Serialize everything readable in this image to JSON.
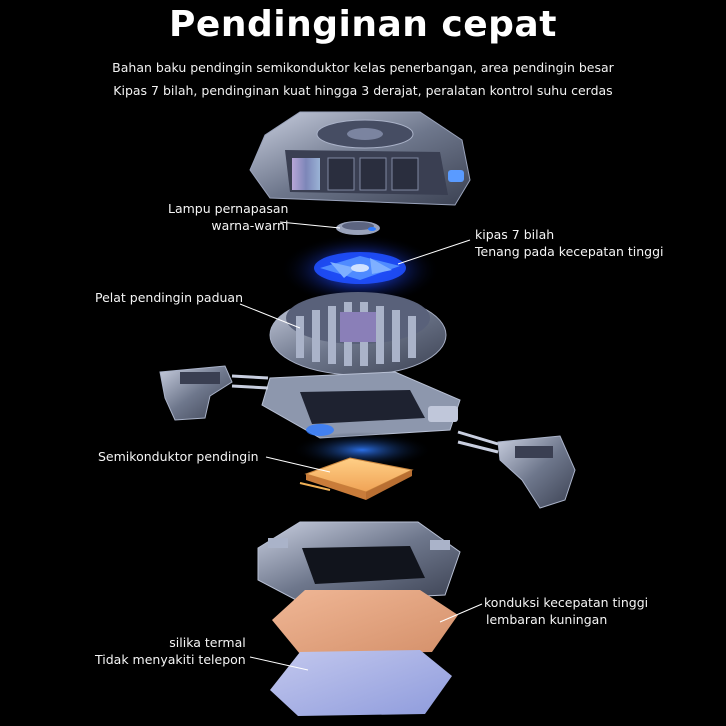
{
  "heading": {
    "title": "Pendinginan cepat",
    "subtitle_line1": "Bahan baku pendingin semikonduktor kelas penerbangan, area pendingin besar",
    "subtitle_line2": "Kipas 7 bilah, pendinginan kuat hingga 3 derajat, peralatan kontrol suhu cerdas"
  },
  "callouts": {
    "lamp": {
      "line1": "Lampu pernapasan",
      "line2": "warna-warni"
    },
    "fan": {
      "line1": "kipas 7 bilah",
      "line2": "Tenang pada kecepatan tinggi"
    },
    "plate": {
      "line1": "Pelat pendingin paduan"
    },
    "semi": {
      "line1": "Semikonduktor pendingin"
    },
    "copper": {
      "line1": "konduksi kecepatan tinggi",
      "line2": "lembaran kuningan"
    },
    "silica": {
      "line1": "silika termal",
      "line2": "Tidak menyakiti telepon"
    }
  },
  "colors": {
    "background": "#000000",
    "fan_glow": "#1e4dff",
    "metal": "#8a93a8",
    "copper_sheet": "#e2a37d",
    "silica_pad": "#a8b2e6",
    "peltier": "#f5b56a"
  }
}
